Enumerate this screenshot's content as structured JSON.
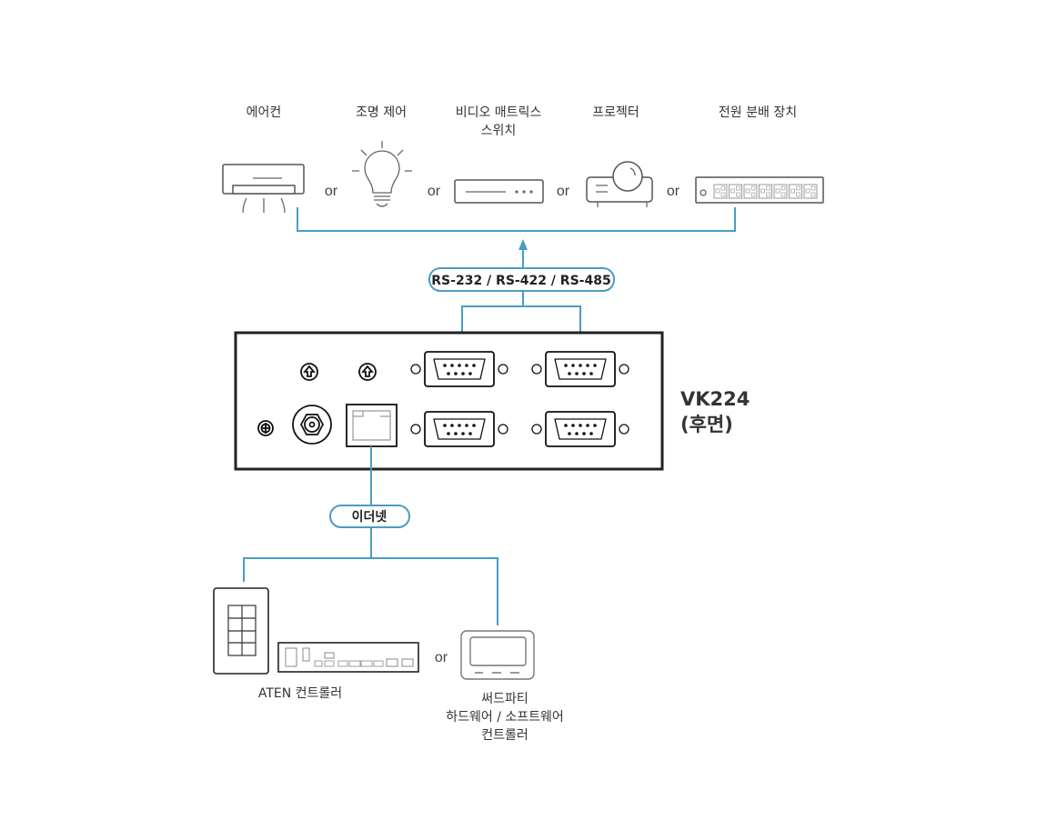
{
  "devices_top": [
    {
      "label": "에어컨"
    },
    {
      "label": "조명 제어"
    },
    {
      "label_line1": "비디오 매트릭스",
      "label_line2": "스위치"
    },
    {
      "label": "프로젝터"
    },
    {
      "label": "전원 분배 장치"
    }
  ],
  "or_label": "or",
  "serial_label": "RS-232 / RS-422 / RS-485",
  "ethernet_label": "이더넷",
  "device": {
    "model": "VK224",
    "view": "(후면)"
  },
  "controllers": {
    "aten_label": "ATEN 컨트롤러",
    "third_party_line1": "써드파티",
    "third_party_line2": "하드웨어 / 소프트웨어",
    "third_party_line3": "컨트롤러"
  },
  "colors": {
    "connection": "#4a9cc4"
  }
}
